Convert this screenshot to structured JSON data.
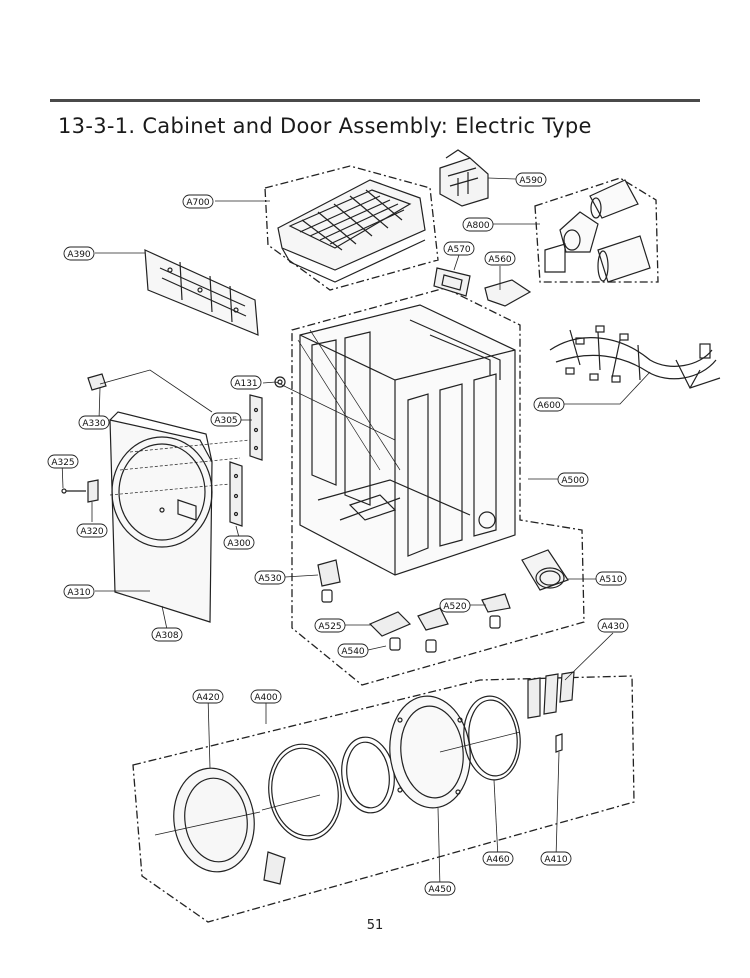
{
  "title": "13-3-1. Cabinet and Door Assembly: Electric Type",
  "page_number": "51",
  "labels": {
    "A590": "A590",
    "A700": "A700",
    "A800": "A800",
    "A570": "A570",
    "A560": "A560",
    "A390": "A390",
    "A600": "A600",
    "A131": "A131",
    "A330": "A330",
    "A305": "A305",
    "A325": "A325",
    "A500": "A500",
    "A320": "A320",
    "A300": "A300",
    "A530": "A530",
    "A510": "A510",
    "A310": "A310",
    "A520": "A520",
    "A525": "A525",
    "A308": "A308",
    "A540": "A540",
    "A430": "A430",
    "A420": "A420",
    "A400": "A400",
    "A460": "A460",
    "A410": "A410",
    "A450": "A450"
  }
}
